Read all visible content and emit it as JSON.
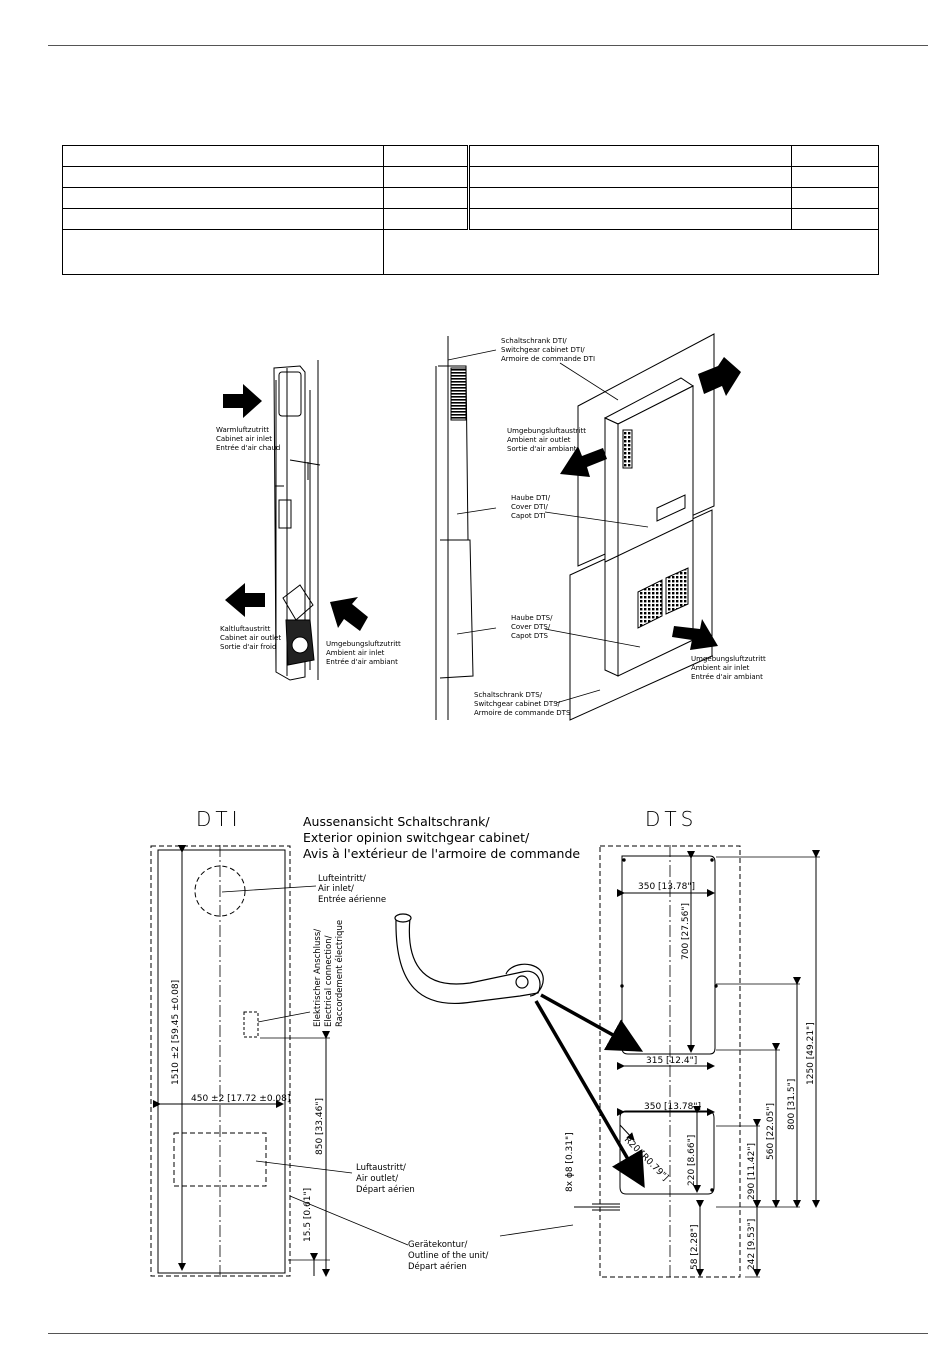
{
  "figure1": {
    "labels": {
      "warm_in": [
        "Warmluftzutritt",
        "Cabinet air inlet",
        "Entrée d'air chaud"
      ],
      "cold_out": [
        "Kaltluftaustritt",
        "Cabinet air outlet",
        "Sortie d'air froid"
      ],
      "amb_in": [
        "Umgebungsluftzutritt",
        "Ambient air inlet",
        "Entrée d'air ambiant"
      ]
    }
  },
  "figure2": {
    "labels": {
      "cab_dti": [
        "Schaltschrank DTI/",
        "Switchgear cabinet DTI/",
        "Armoire de commande DTI"
      ],
      "amb_out": [
        "Umgebungsluftaustritt",
        "Ambient air outlet",
        "Sortie d'air ambiant"
      ],
      "cover_dti": [
        "Haube DTI/",
        "Cover DTI/",
        "Capot DTI"
      ],
      "cover_dts": [
        "Haube DTS/",
        "Cover DTS/",
        "Capot DTS"
      ],
      "amb_in": [
        "Umgebungsluftzutritt",
        "Ambient air inlet",
        "Entrée d'air ambiant"
      ],
      "cab_dts": [
        "Schaltschrank DTS/",
        "Switchgear cabinet DTS/",
        "Armoire de commande DTS"
      ]
    }
  },
  "drawing": {
    "dti_title": "DTI",
    "dts_title": "DTS",
    "exterior": [
      "Aussenansicht Schaltschrank/",
      "Exterior opinion switchgear cabinet/",
      "Avis à l'extérieur de l'armoire de commande"
    ],
    "air_inlet": [
      "Lufteintritt/",
      "Air inlet/",
      "Entrée aérienne"
    ],
    "elec": [
      "Elektrischer Anschluss/",
      "Electrical connection/",
      "Raccordement électrique"
    ],
    "air_outlet": [
      "Luftaustritt/",
      "Air outlet/",
      "Départ aérien"
    ],
    "contour": [
      "Gerätekontur/",
      "Outline of the unit/",
      "Départ aérien"
    ],
    "dims": {
      "h1510": "1510 ±2 [59.45 ±0.08]",
      "w450": "450 ±2 [17.72 ±0.08]",
      "d850": "850 [33.46\"]",
      "d15": "15.5 [0.61\"]",
      "w350a": "350 [13.78\"]",
      "h700": "700 [27.56\"]",
      "w315": "315 [12.4\"]",
      "w350b": "350 [13.78\"]",
      "r20": "R20 [R0.79\"]",
      "h220": "220 [8.66\"]",
      "holes": "8x ϕ8 [0.31\"]",
      "d58": "58 [2.28\"]",
      "d290": "290 [11.42\"]",
      "d560": "560 [22.05\"]",
      "d800": "800 [31.5\"]",
      "d1250": "1250 [49.21\"]",
      "d242": "242 [9.53\"]"
    }
  }
}
